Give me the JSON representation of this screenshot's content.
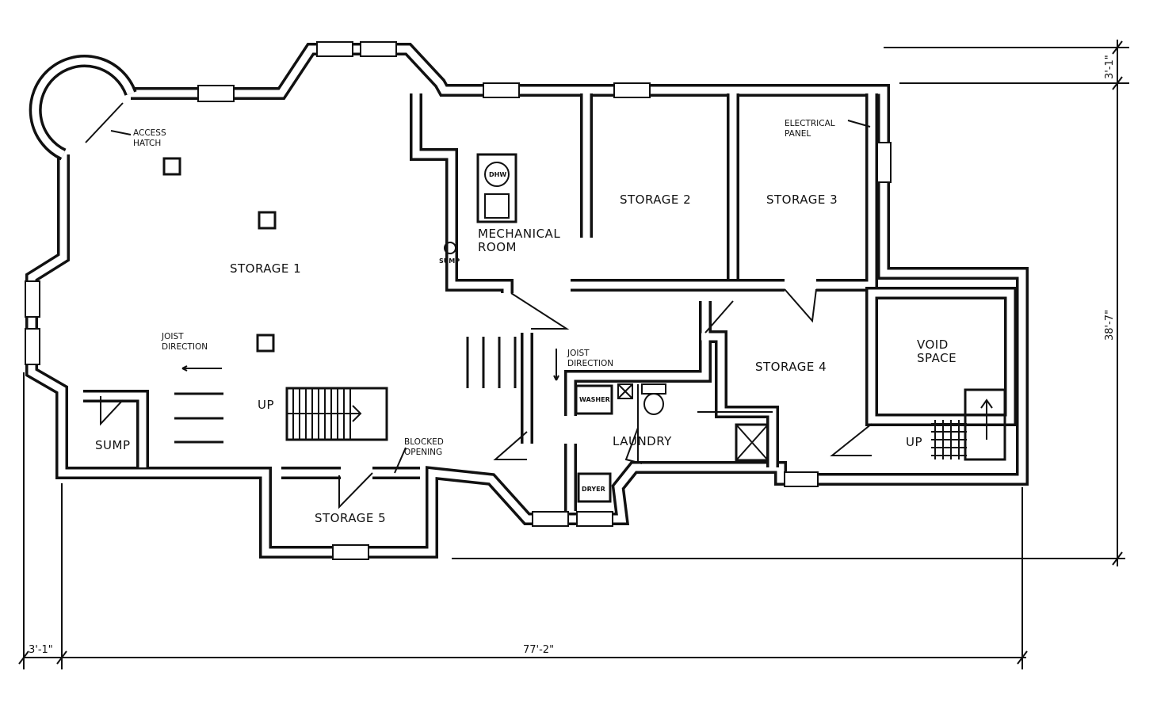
{
  "rooms": {
    "storage1": "STORAGE 1",
    "storage2": "STORAGE 2",
    "storage3": "STORAGE 3",
    "storage4": "STORAGE 4",
    "storage5": "STORAGE 5",
    "mechanical_1": "MECHANICAL",
    "mechanical_2": "ROOM",
    "laundry": "LAUNDRY",
    "void_1": "VOID",
    "void_2": "SPACE",
    "sump": "SUMP"
  },
  "notes": {
    "access_hatch_1": "ACCESS",
    "access_hatch_2": "HATCH",
    "electrical_1": "ELECTRICAL",
    "electrical_2": "PANEL",
    "joist1_1": "JOIST",
    "joist1_2": "DIRECTION",
    "joist2_1": "JOIST",
    "joist2_2": "DIRECTION",
    "blocked_1": "BLOCKED",
    "blocked_2": "OPENING",
    "up_1": "UP",
    "up_2": "UP",
    "sump_small": "SUMP",
    "dhw": "DHW",
    "washer": "WASHER",
    "dryer": "DRYER"
  },
  "dimensions": {
    "width": "77'-2\"",
    "left_offset": "3'-1\"",
    "top_offset": "3'-1\"",
    "depth": "38'-7\""
  }
}
